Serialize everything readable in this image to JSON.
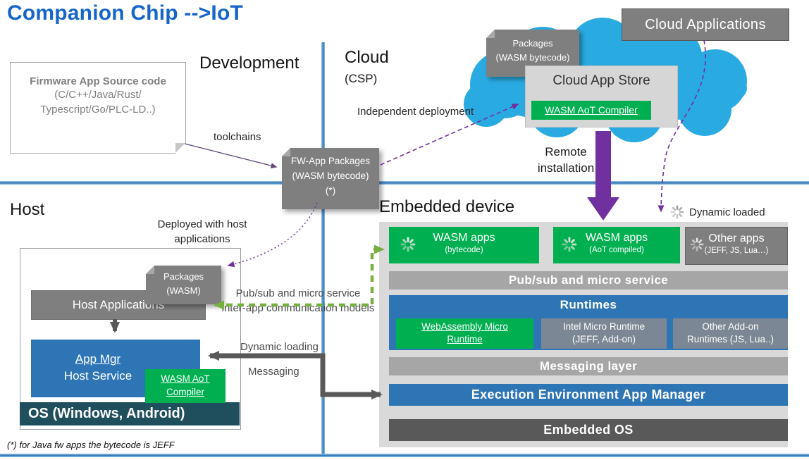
{
  "title": "Companion Chip -->IoT",
  "footnote": "(*) for Java fw apps the bytecode is JEFF",
  "sections": {
    "development": "Development",
    "cloud": "Cloud",
    "cloud_sub": "(CSP)",
    "host": "Host",
    "embedded": "Embedded device"
  },
  "dev": {
    "firmware": {
      "title": "Firmware App Source code",
      "line2": "(C/C++/Java/Rust/",
      "line3": "Typescript/Go/PLC-LD..)"
    },
    "toolchains": "toolchains",
    "fw_packages": {
      "line1": "FW-App Packages",
      "line2": "(WASM bytecode)",
      "line3": "(*)"
    }
  },
  "cloud": {
    "applications": "Cloud Applications",
    "packages": {
      "line1": "Packages",
      "line2": "(WASM bytecode)"
    },
    "store_title": "Cloud App Store",
    "store_compiler": "WASM AoT Compiler",
    "independent_deployment": "Independent deployment",
    "remote_line1": "Remote",
    "remote_line2": "installation"
  },
  "host": {
    "deployed_line1": "Deployed with host",
    "deployed_line2": "applications",
    "packages": {
      "line1": "Packages",
      "line2": "(WASM)"
    },
    "host_applications": "Host Applications",
    "app_mgr_line1": "App Mgr",
    "app_mgr_line2": "Host Service",
    "compiler_line1": "WASM AoT",
    "compiler_line2": "Compiler",
    "os": "OS (Windows, Android)",
    "pubsub_line1": "Pub/sub and micro service",
    "pubsub_line2": "inter-app communication models",
    "dynamic_loading": "Dynamic loading",
    "messaging": "Messaging"
  },
  "embedded": {
    "dynamic_loaded": "Dynamic loaded",
    "apps": [
      {
        "title": "WASM apps",
        "subtitle": "(bytecode)"
      },
      {
        "title": "WASM apps",
        "subtitle": "(AoT compiled)"
      },
      {
        "title": "Other apps",
        "subtitle": "(JEFF, JS, Lua…)"
      }
    ],
    "pubsub_bar": "Pub/sub and micro service",
    "runtimes_title": "Runtimes",
    "runtimes": [
      {
        "line1": "WebAssembly Micro",
        "line2": "Runtime"
      },
      {
        "line1": "Intel Micro Runtime",
        "line2": "(JEFF, Add-on)"
      },
      {
        "line1": "Other Add-on",
        "line2": "Runtimes (JS, Lua..)"
      }
    ],
    "messaging_bar": "Messaging layer",
    "execution_bar": "Execution Environment App Manager",
    "os_bar": "Embedded OS"
  },
  "colors": {
    "title_blue": "#1566C8",
    "divider_blue": "#2E75B6",
    "accent_blue": "#2E75B6",
    "green": "#00B050",
    "dashed_green": "#76B041",
    "gray_box": "#7F7F7F",
    "bar_gray": "#A6A6A6",
    "dark_gray": "#595959",
    "panel_gray": "#D9D9D9",
    "os_teal": "#1F4E5C",
    "cloud_cyan": "#29ABE2",
    "purple": "#7030A0"
  }
}
